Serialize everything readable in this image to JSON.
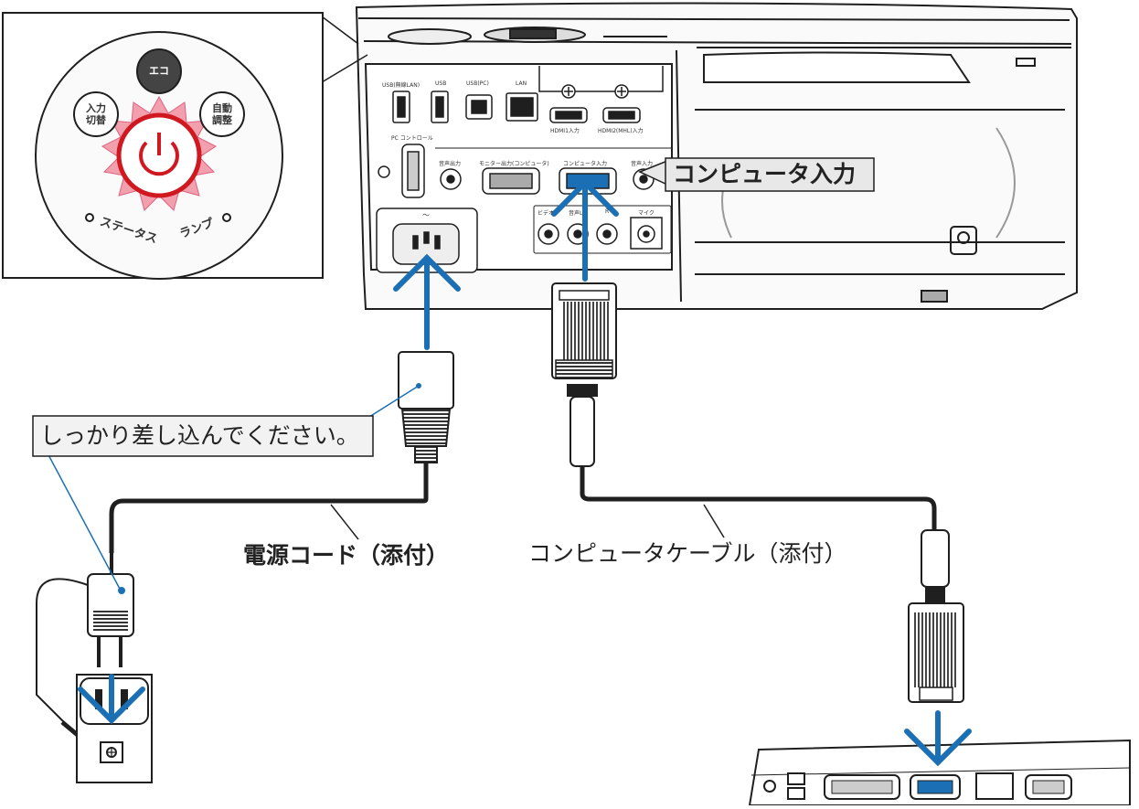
{
  "colors": {
    "line": "#1f1f1f",
    "accent_blue": "#1b6fb5",
    "power_red": "#d01820",
    "glow_pink": "#f2a0ae",
    "callout_bg": "#e8e8e8"
  },
  "callouts": {
    "computer_input": "コンピュータ入力",
    "insert_firmly": "しっかり差し込んでください。",
    "power_cord": "電源コード（添付）",
    "computer_cable": "コンピュータケーブル（添付）"
  },
  "inset_panel": {
    "eco_button": "エコ",
    "input_switch_button": "入力\n切替",
    "auto_adjust_button": "自動\n調整",
    "status_indicator": "ステータス",
    "lamp_indicator": "ランプ"
  },
  "projector_ports": {
    "usb_wireless": "USB(無線LAN)",
    "usb_a": "USB",
    "usb_pc": "USB(PC)",
    "lan": "LAN",
    "hdmi1": "HDMI1入力",
    "hdmi2": "HDMI2(MHL)入力",
    "pc_control": "PC コントロール",
    "audio_out": "音声出力",
    "monitor_out": "モニター出力(コンピュータ)",
    "computer_in": "コンピュータ入力",
    "audio_in": "音声入力",
    "video": "ビデオ",
    "audio_l": "音声L",
    "audio_r": "R",
    "mic": "マイク"
  },
  "icons": [
    "power-icon",
    "down-arrow-icon",
    "up-arrow-icon"
  ]
}
